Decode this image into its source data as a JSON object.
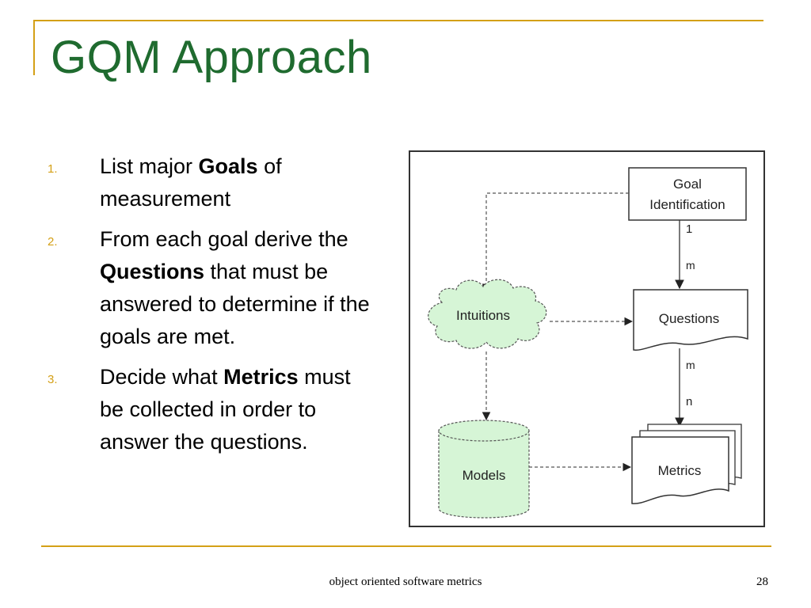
{
  "title": "GQM Approach",
  "steps": [
    {
      "number": "1.",
      "before": "List major ",
      "bold": "Goals",
      "after": " of measurement"
    },
    {
      "number": "2.",
      "before": "From each goal derive the ",
      "bold": "Questions",
      "after": " that must be answered to determine if the goals are met."
    },
    {
      "number": "3.",
      "before": "Decide what ",
      "bold": "Metrics",
      "after": " must be collected in order to answer the questions."
    }
  ],
  "diagram": {
    "goal_box": {
      "line1": "Goal",
      "line2": "Identification"
    },
    "intuitions": "Intuitions",
    "questions": "Questions",
    "models": "Models",
    "metrics": "Metrics",
    "cardinality": {
      "goal_questions_1": "1",
      "goal_questions_m": "m",
      "questions_metrics_m": "m",
      "questions_metrics_n": "n"
    }
  },
  "footer": {
    "text": "object oriented software metrics",
    "page": "28"
  },
  "colors": {
    "title": "#1f6b2f",
    "accent": "#d4a017",
    "shape_fill": "#d6f5d6",
    "box_fill": "#ffffff",
    "stroke": "#333333"
  }
}
